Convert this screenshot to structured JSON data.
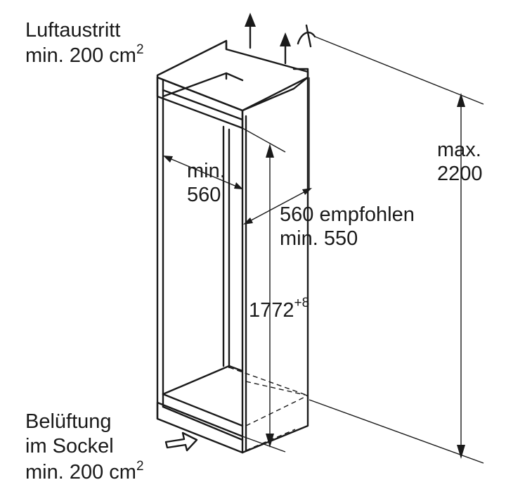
{
  "labels": {
    "air_outlet_line1": "Luftaustritt",
    "air_outlet_line2": "min. 200 cm",
    "air_outlet_sup": "2",
    "ventilation_line1": "Belüftung",
    "ventilation_line2": "im Sockel",
    "ventilation_line3": "min. 200 cm",
    "ventilation_sup": "2",
    "inner_width_line1": "min.",
    "inner_width_line2": "560",
    "depth_line1": "560 empfohlen",
    "depth_line2": "min. 550",
    "niche_height": "1772",
    "niche_height_tol": "+8",
    "max_height_line1": "max.",
    "max_height_line2": "2200"
  },
  "icons": {
    "airflow_up": "arrow-up-icon",
    "airflow_in": "outline-arrow-right-icon",
    "break_mark": "break-symbol-icon"
  }
}
